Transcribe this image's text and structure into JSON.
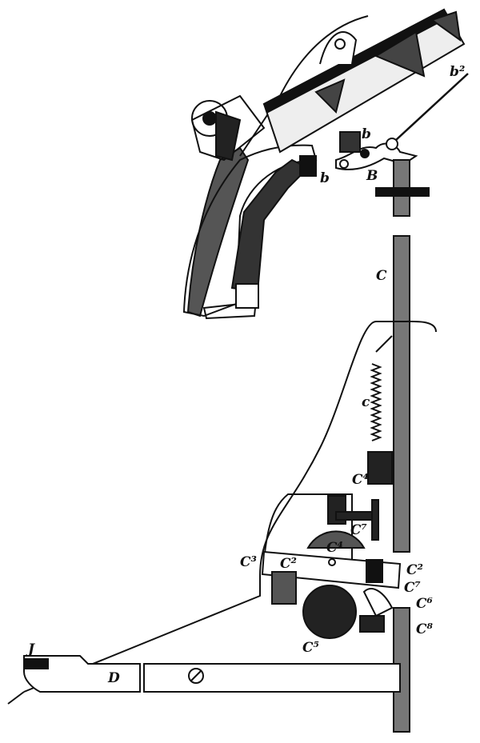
{
  "labels": {
    "b2": "b²",
    "b_upper": "b",
    "b_lower": "b",
    "B": "B",
    "C": "C",
    "c": "c",
    "C4_upper": "C⁴",
    "C7_upper": "C⁷",
    "C3": "C³",
    "C2_left": "C²",
    "C4_disc": "C⁴",
    "C2_right": "C²",
    "C7_lower": "C⁷",
    "C6": "C⁶",
    "C8": "C⁸",
    "C5": "C⁵",
    "J": "J",
    "D": "D"
  },
  "colors": {
    "ink": "#111111",
    "paper": "#ffffff"
  }
}
